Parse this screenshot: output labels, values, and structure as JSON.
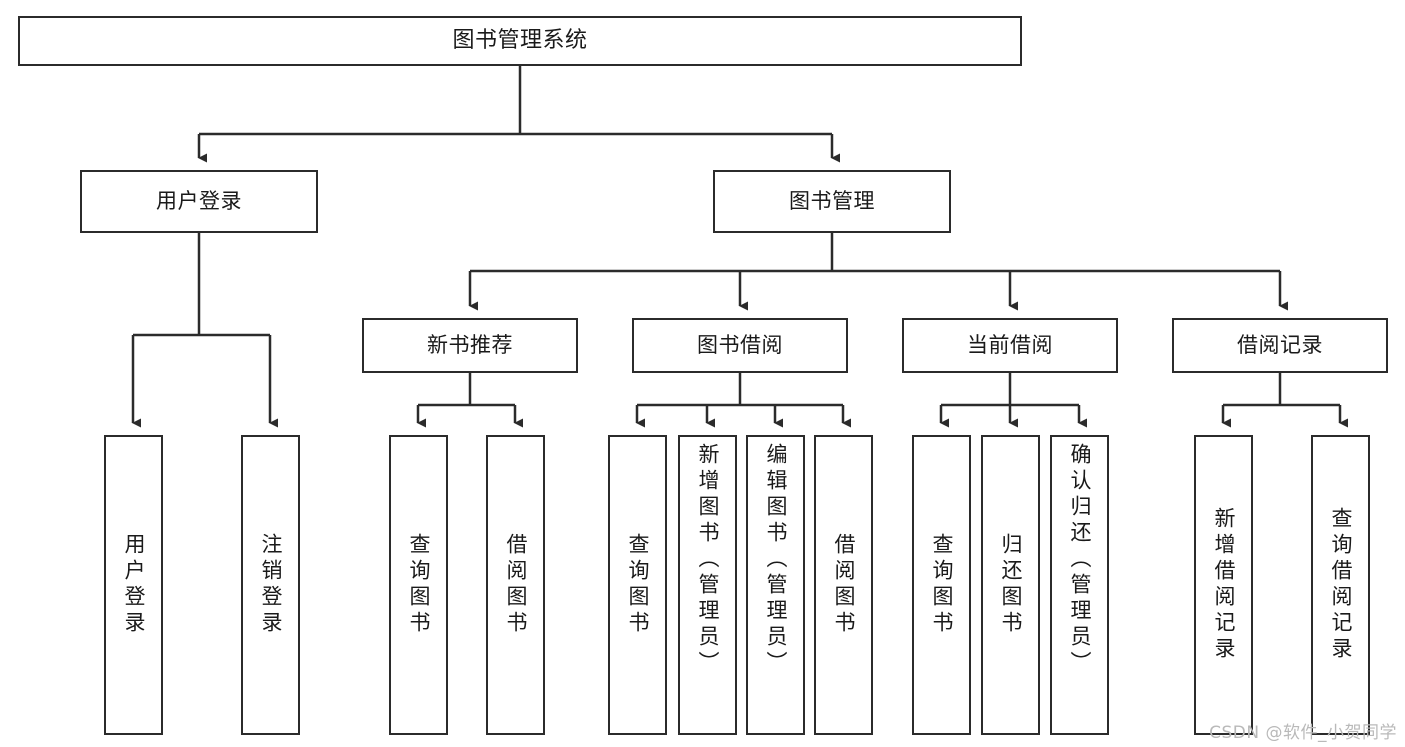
{
  "diagram": {
    "title": "图书管理系统",
    "type": "tree",
    "watermark": "CSDN @软件_小贺同学",
    "colors": {
      "stroke": "#2b2b2b",
      "fill": "#ffffff",
      "text": "#1a1a1a",
      "watermark": "#b9b9b9"
    },
    "nodes": {
      "root": {
        "label": "图书管理系统"
      },
      "tier1": [
        {
          "label": "用户登录"
        },
        {
          "label": "图书管理"
        }
      ],
      "tier2": [
        {
          "label": "新书推荐"
        },
        {
          "label": "图书借阅"
        },
        {
          "label": "当前借阅"
        },
        {
          "label": "借阅记录"
        }
      ],
      "leaves": {
        "user_login": [
          {
            "label": "用户登录"
          },
          {
            "label": "注销登录"
          }
        ],
        "new_book": [
          {
            "label": "查询图书"
          },
          {
            "label": "借阅图书"
          }
        ],
        "borrow": [
          {
            "label": "查询图书"
          },
          {
            "label": "新增图书（管理员）"
          },
          {
            "label": "编辑图书（管理员）"
          },
          {
            "label": "借阅图书"
          }
        ],
        "current": [
          {
            "label": "查询图书"
          },
          {
            "label": "归还图书"
          },
          {
            "label": "确认归还（管理员）"
          }
        ],
        "records": [
          {
            "label": "新增借阅记录"
          },
          {
            "label": "查询借阅记录"
          }
        ]
      }
    }
  }
}
